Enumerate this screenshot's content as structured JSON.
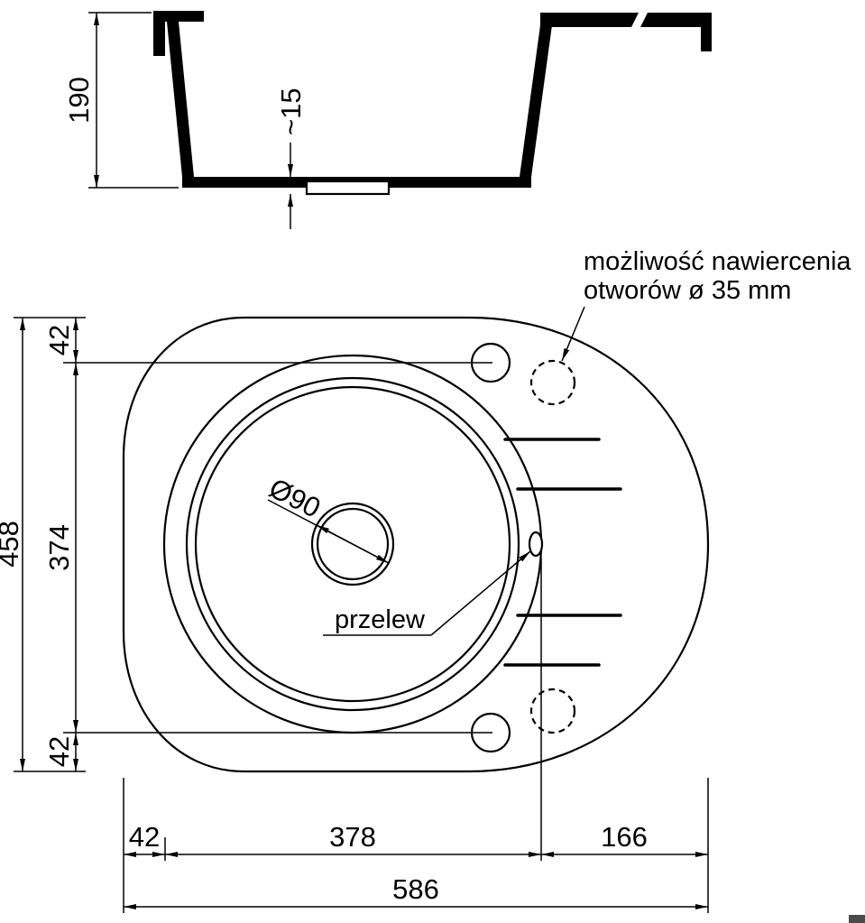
{
  "page": {
    "background": "#ffffff",
    "line_color": "#000000"
  },
  "cross_section": {
    "height_dim": "190",
    "drain_lip_dim": "~15"
  },
  "plan_view": {
    "drill_note_line1": "możliwość nawiercenia",
    "drill_note_line2": "otworów ø 35 mm",
    "drain_diameter": "Ø90",
    "overflow_label": "przelew",
    "height_total": "458",
    "height_top_offset": "42",
    "height_holes_span": "374",
    "height_bottom_offset": "42",
    "width_left_offset": "42",
    "width_bowl": "378",
    "width_right_offset": "166",
    "width_total": "586"
  }
}
